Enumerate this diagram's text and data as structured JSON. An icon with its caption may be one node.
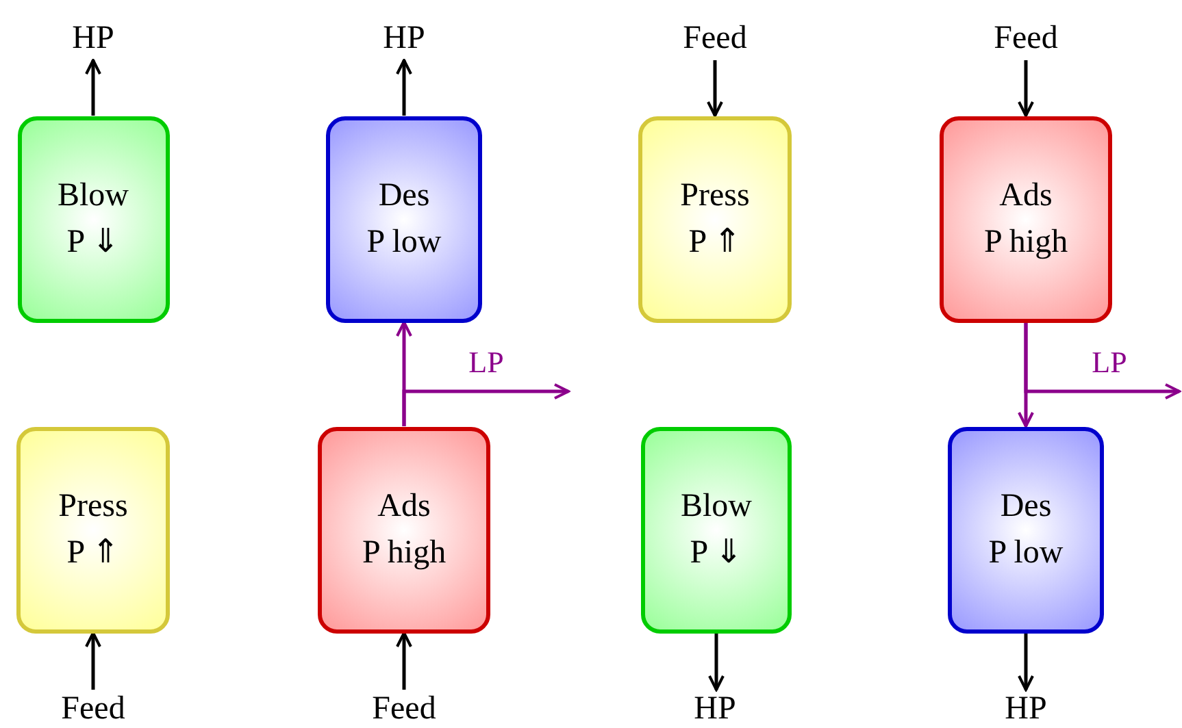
{
  "diagram": {
    "nodes": [
      {
        "text": [
          "HP"
        ]
      },
      {
        "text": [
          "HP"
        ]
      },
      {
        "text": [
          "Feed"
        ]
      },
      {
        "text": [
          "Feed"
        ]
      },
      {
        "text": [
          "Blow",
          "P ⇓"
        ]
      },
      {
        "text": [
          "Des",
          "P low"
        ]
      },
      {
        "text": [
          "Press",
          "P ⇑"
        ]
      },
      {
        "text": [
          "Ads",
          "P high"
        ]
      },
      {
        "text": [
          "Press",
          "P ⇑"
        ]
      },
      {
        "text": [
          "Ads",
          "P high"
        ]
      },
      {
        "text": [
          "Blow",
          "P ⇓"
        ]
      },
      {
        "text": [
          "Des",
          "P low"
        ]
      },
      {
        "text": [
          "Feed"
        ]
      },
      {
        "text": [
          "Feed"
        ]
      },
      {
        "text": [
          "HP"
        ]
      },
      {
        "text": [
          "HP"
        ]
      }
    ],
    "edges": [
      {
        "from": 4,
        "to": 0,
        "arrow": "to"
      },
      {
        "from": 5,
        "to": 1,
        "arrow": "to"
      },
      {
        "from": 2,
        "to": 6,
        "arrow": "to"
      },
      {
        "from": 3,
        "to": 7,
        "arrow": "to"
      },
      {
        "from": 9,
        "to": 5,
        "arrow": "to",
        "color": "#8b008b"
      },
      {
        "from": 9,
        "to": null,
        "arrow": "to",
        "label": "LP",
        "color": "#8b008b"
      },
      {
        "from": 7,
        "to": 11,
        "arrow": "to",
        "color": "#8b008b"
      },
      {
        "from": 7,
        "to": null,
        "arrow": "to",
        "label": "LP",
        "color": "#8b008b"
      },
      {
        "from": 12,
        "to": 8,
        "arrow": "to"
      },
      {
        "from": 13,
        "to": 9,
        "arrow": "to"
      },
      {
        "from": 10,
        "to": 14,
        "arrow": "to"
      },
      {
        "from": 11,
        "to": 15,
        "arrow": "to"
      }
    ]
  }
}
